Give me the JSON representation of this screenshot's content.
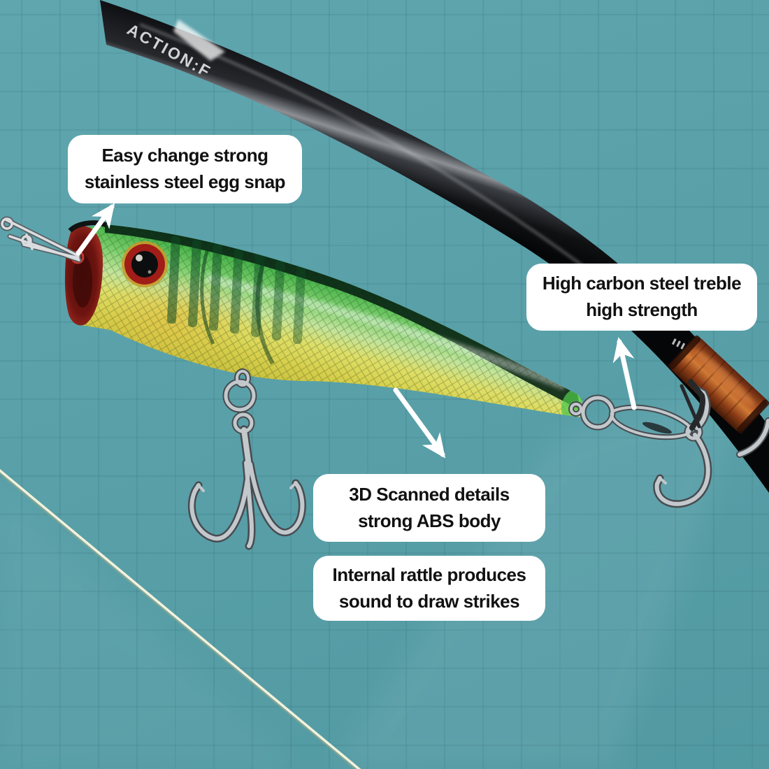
{
  "callouts": {
    "egg_snap": {
      "line1": "Easy change strong",
      "line2": "stainless steel egg snap"
    },
    "treble": {
      "line1": "High carbon steel treble",
      "line2": "high strength"
    },
    "body": {
      "line1": "3D Scanned details",
      "line2": "strong ABS body"
    },
    "rattle": {
      "line1": "Internal rattle produces",
      "line2": "sound to draw strikes"
    }
  },
  "rod": {
    "brand_text": "ACTION:F"
  },
  "colors": {
    "mat_teal": "#57a1aa",
    "mat_grid": "#3f8a93",
    "label_background": "#ffffff",
    "label_text": "#111111",
    "rod_black": "#17191c",
    "rod_wrap_copper": "#b75c25",
    "lure_green": "#3fae45",
    "lure_belly_yellow": "#d6cf4b",
    "lure_back_dark": "#0a2616",
    "mouth_red": "#8c201a",
    "eye_ring_red": "#a11d17",
    "hook_silver": "#c2c8cc",
    "fishing_line_cream": "#f2f2dc",
    "arrow_white": "#ffffff"
  }
}
